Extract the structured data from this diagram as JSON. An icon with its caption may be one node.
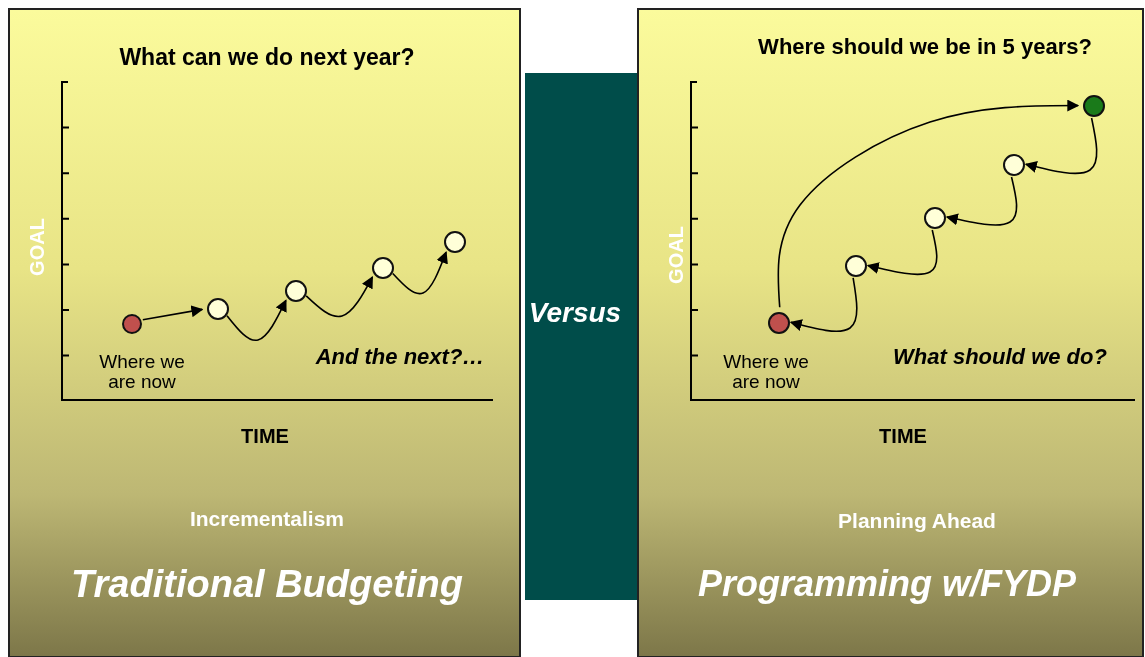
{
  "diagram": {
    "nodes": [
      {
        "text": [
          "What can we do next year?",
          "Incrementalism",
          "Traditional Budgeting"
        ]
      },
      {
        "text": [],
        "shape": "circle",
        "in": 0
      },
      {
        "text": [],
        "shape": "circle",
        "in": 0
      },
      {
        "text": [],
        "shape": "circle",
        "in": 0
      },
      {
        "text": [],
        "shape": "circle",
        "in": 0
      },
      {
        "text": [],
        "shape": "circle",
        "in": 0
      },
      {
        "text": [
          "Versus"
        ]
      },
      {
        "text": [
          "Where should we be in 5 years?",
          "Planning Ahead",
          "Programming w/FYDP"
        ]
      },
      {
        "text": [],
        "shape": "circle",
        "in": 7
      },
      {
        "text": [],
        "shape": "circle",
        "in": 7
      },
      {
        "text": [],
        "shape": "circle",
        "in": 7
      },
      {
        "text": [],
        "shape": "circle",
        "in": 7
      },
      {
        "text": [],
        "shape": "circle",
        "in": 7
      }
    ],
    "edges": [
      {
        "from": 1,
        "to": 2,
        "arrow": "to"
      },
      {
        "from": 2,
        "to": 3,
        "arrow": "to"
      },
      {
        "from": 3,
        "to": 4,
        "arrow": "to"
      },
      {
        "from": 4,
        "to": 5,
        "arrow": "to"
      },
      {
        "from": 8,
        "to": 12,
        "arrow": "to"
      },
      {
        "from": 12,
        "to": 11,
        "arrow": "to"
      },
      {
        "from": 11,
        "to": 10,
        "arrow": "to"
      },
      {
        "from": 10,
        "to": 9,
        "arrow": "to"
      },
      {
        "from": 9,
        "to": 8,
        "arrow": "to"
      }
    ],
    "labels": [
      "GOAL",
      "Where we are now",
      "And the next?…",
      "TIME",
      "GOAL",
      "Where we are now",
      "What should we do?",
      "TIME"
    ]
  }
}
